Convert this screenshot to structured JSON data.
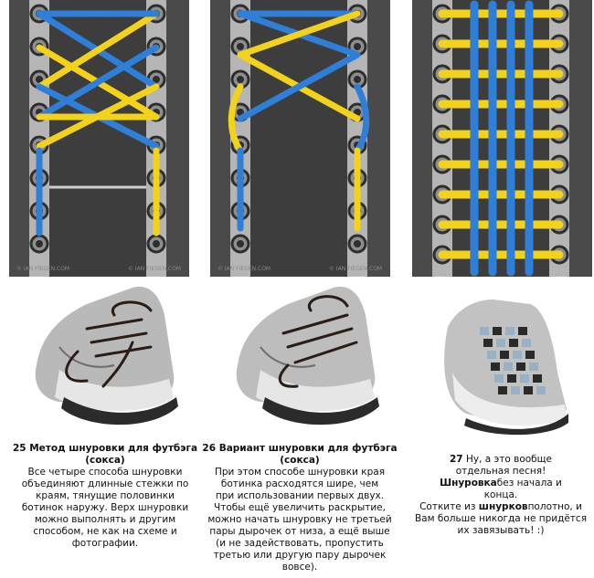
{
  "colors": {
    "blue": "#2f7fd8",
    "yellow": "#f2d21a",
    "panel": "#4a4a4a",
    "shoe_gray": "#b9b9b9"
  },
  "watermark": "© IAN FIEGEN.COM",
  "captions": [
    {
      "number": "25",
      "title": "Метод шнуровки для футбэга (сокса)",
      "body": "Все четыре способа шнуровки объединяют длинные стежки по краям, тянущие половинки ботинок наружу. Верх шнуровки можно выполнять и другим способом, не как на схеме и фотографии."
    },
    {
      "number": "26",
      "title": "Вариант шнуровки для футбэга (сокса)",
      "body_1": "При этом способе шнуровки края ботинка расходятся шире, чем при использовании первых двух.",
      "body_2": "Чтобы ещё увеличить раскрытие, можно начать шнуровку не  третьей пары дырочек от низа, а ещё выше (и не задействовать, пропустить третью или другую пару дырочек вовсе)."
    },
    {
      "number": "27",
      "line_1": "Ну, а это вообще отдельная песня!",
      "bold_word": "Шнуровка",
      "line_1b": "без начала и конца.",
      "line_2a": "Сотките из ",
      "bold_word_2": "шнурков",
      "line_2b": "полотно, и Вам больше никогда не придётся их завязывать! :)"
    }
  ]
}
